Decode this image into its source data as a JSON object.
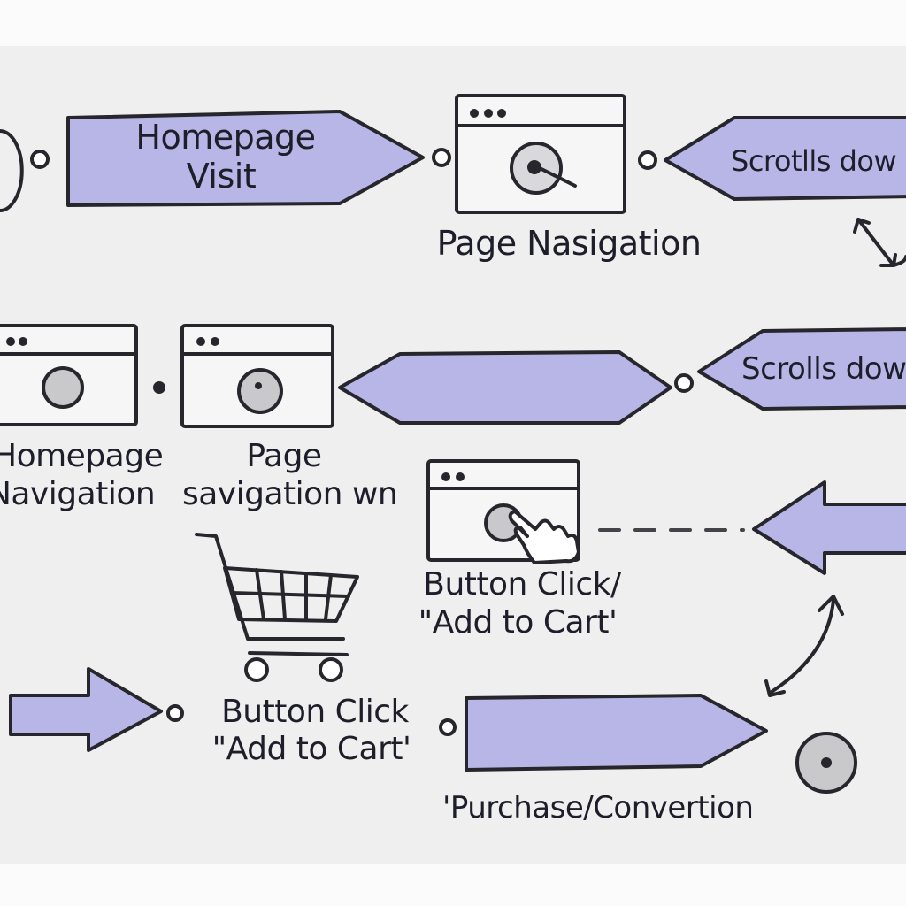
{
  "title": "",
  "steps": {
    "homepage_visit": [
      "Homepage",
      "Visit"
    ],
    "page_navigation_top": "Page Nasigation",
    "scrolls_down_top": "Scrotlls dow",
    "scrolls_down_mid": "Scrolls dow",
    "homepage_navigation": [
      "Homepage",
      "Navigation"
    ],
    "page_navigation_mid": [
      "Page",
      "savigation wn"
    ],
    "button_click_top": [
      "Button Click/",
      "\"Add to Cart'"
    ],
    "button_click_bottom": [
      "Button Click",
      "\"Add to Cart'"
    ],
    "purchase": "'Purchase/Convertion"
  },
  "colors": {
    "arrow_fill": "#b7b6e6",
    "ink": "#26262c",
    "board": "#efefef",
    "page": "#fbfbfb"
  },
  "icons": [
    "browser-window-icon",
    "cursor-target-icon",
    "shopping-cart-icon",
    "hand-pointer-icon",
    "connector-dot-icon"
  ]
}
